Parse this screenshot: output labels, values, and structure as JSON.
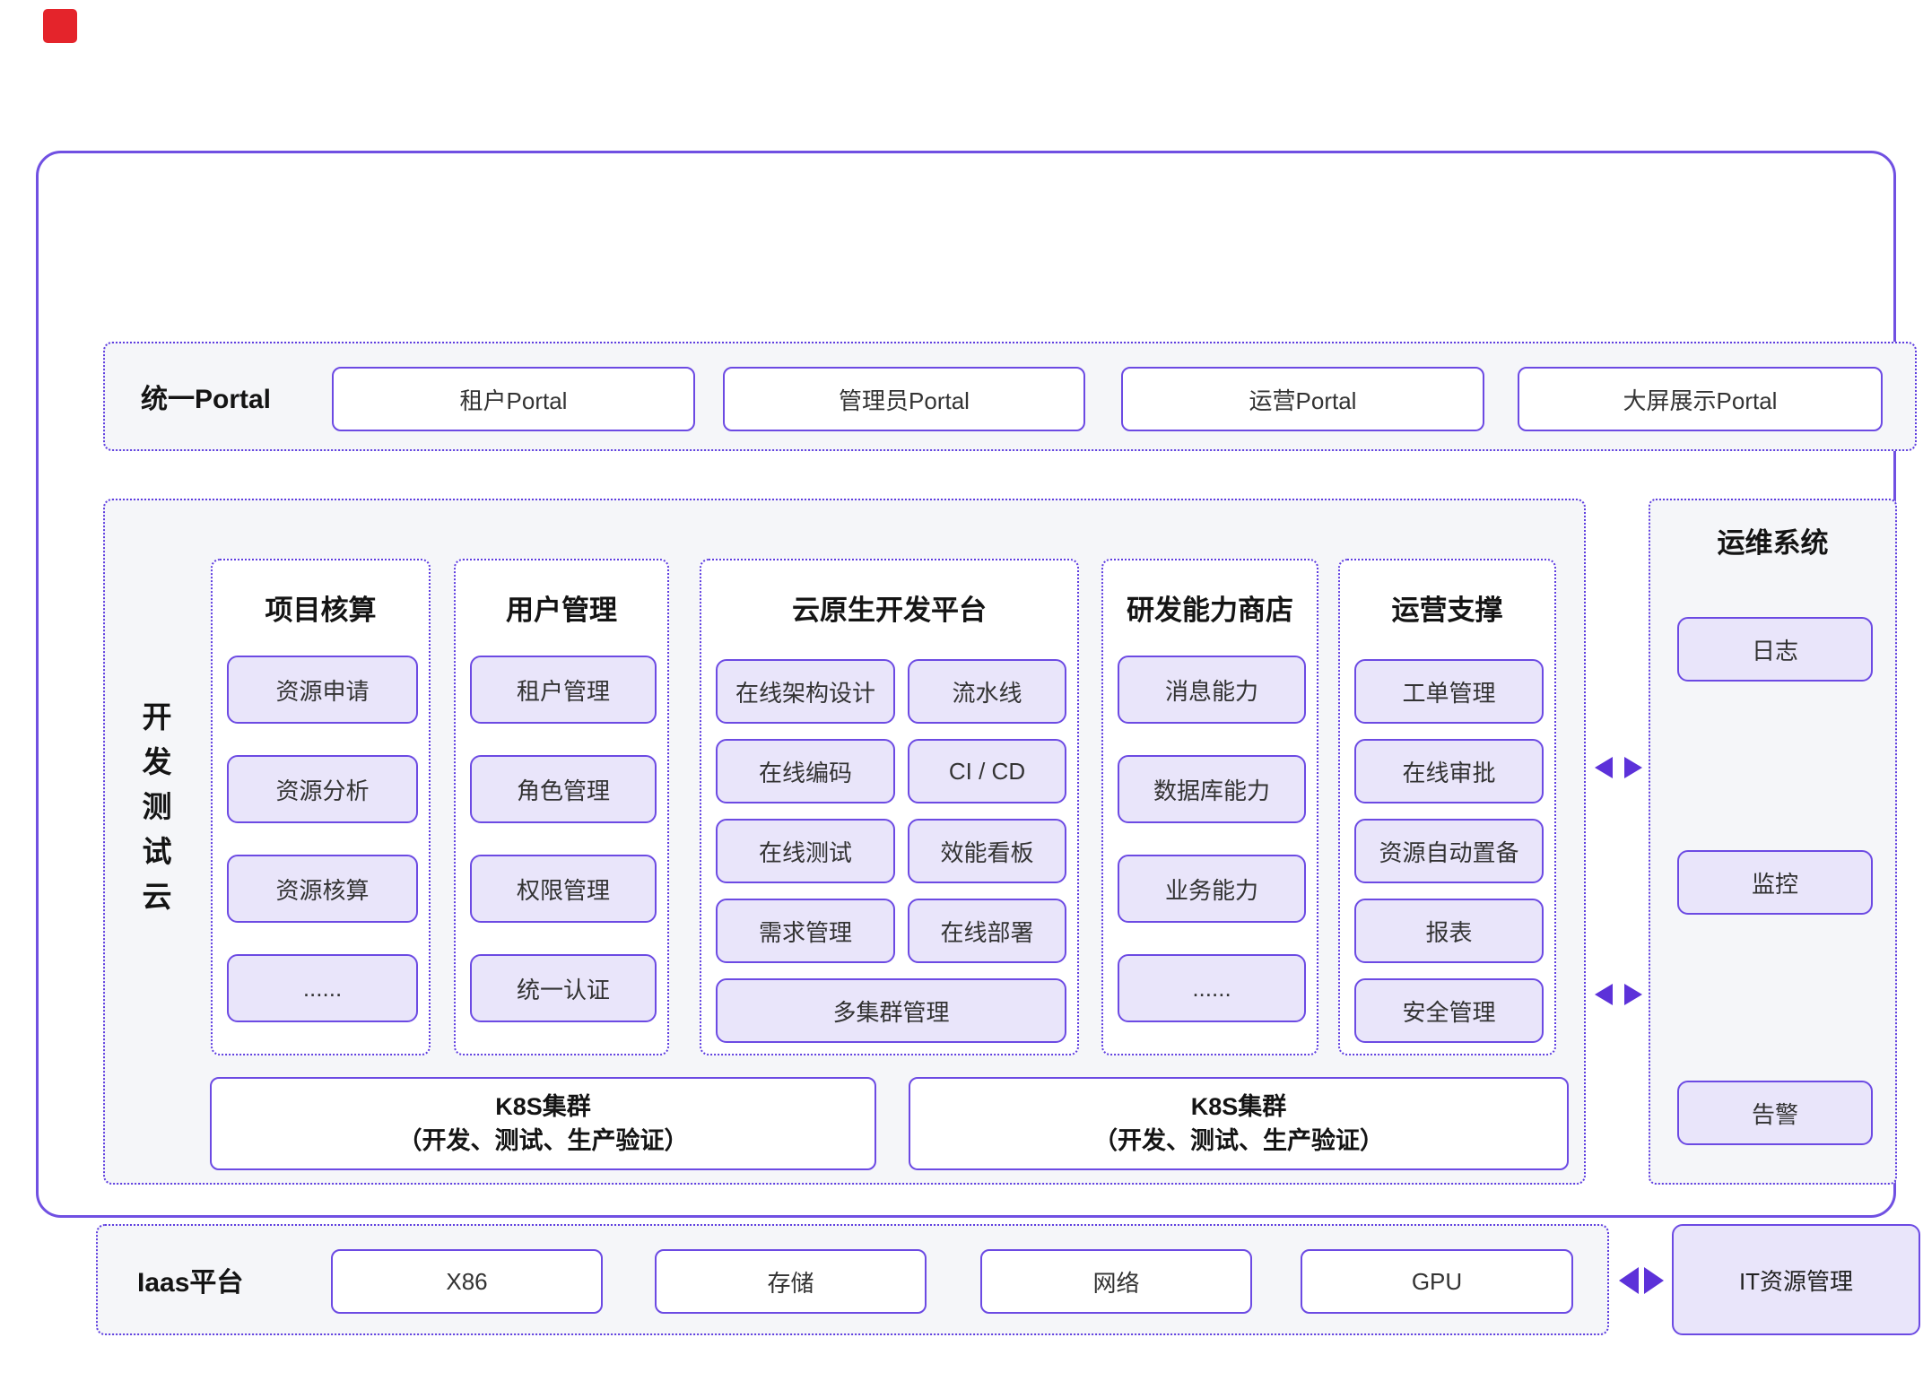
{
  "portal": {
    "label": "统一Portal",
    "items": [
      "租户Portal",
      "管理员Portal",
      "运营Portal",
      "大屏展示Portal"
    ]
  },
  "dev_cloud": {
    "label_chars": [
      "开",
      "发",
      "测",
      "试",
      "云"
    ],
    "columns": [
      {
        "title": "项目核算",
        "items": [
          "资源申请",
          "资源分析",
          "资源核算",
          "......"
        ]
      },
      {
        "title": "用户管理",
        "items": [
          "租户管理",
          "角色管理",
          "权限管理",
          "统一认证"
        ]
      },
      {
        "title": "云原生开发平台",
        "grid": [
          [
            "在线架构设计",
            "流水线"
          ],
          [
            "在线编码",
            "CI / CD"
          ],
          [
            "在线测试",
            "效能看板"
          ],
          [
            "需求管理",
            "在线部署"
          ]
        ],
        "full_item": "多集群管理"
      },
      {
        "title": "研发能力商店",
        "items": [
          "消息能力",
          "数据库能力",
          "业务能力",
          "......"
        ]
      },
      {
        "title": "运营支撑",
        "items": [
          "工单管理",
          "在线审批",
          "资源自动置备",
          "报表",
          "安全管理"
        ]
      }
    ],
    "k8s_clusters": [
      {
        "line1": "K8S集群",
        "line2": "（开发、测试、生产验证）"
      },
      {
        "line1": "K8S集群",
        "line2": "（开发、测试、生产验证）"
      }
    ]
  },
  "ops_system": {
    "title": "运维系统",
    "items": [
      "日志",
      "监控",
      "告警"
    ]
  },
  "iaas": {
    "label": "Iaas平台",
    "items": [
      "X86",
      "存储",
      "网络",
      "GPU"
    ]
  },
  "it_management": {
    "label": "IT资源管理"
  },
  "colors": {
    "accent_purple": "#6C4AE3",
    "dotted_purple": "#5F3EE0",
    "arrow_purple": "#5C31D9",
    "light_fill": "#E9E5FA",
    "section_bg": "#F5F6F9",
    "badge_red": "#E4242B"
  }
}
